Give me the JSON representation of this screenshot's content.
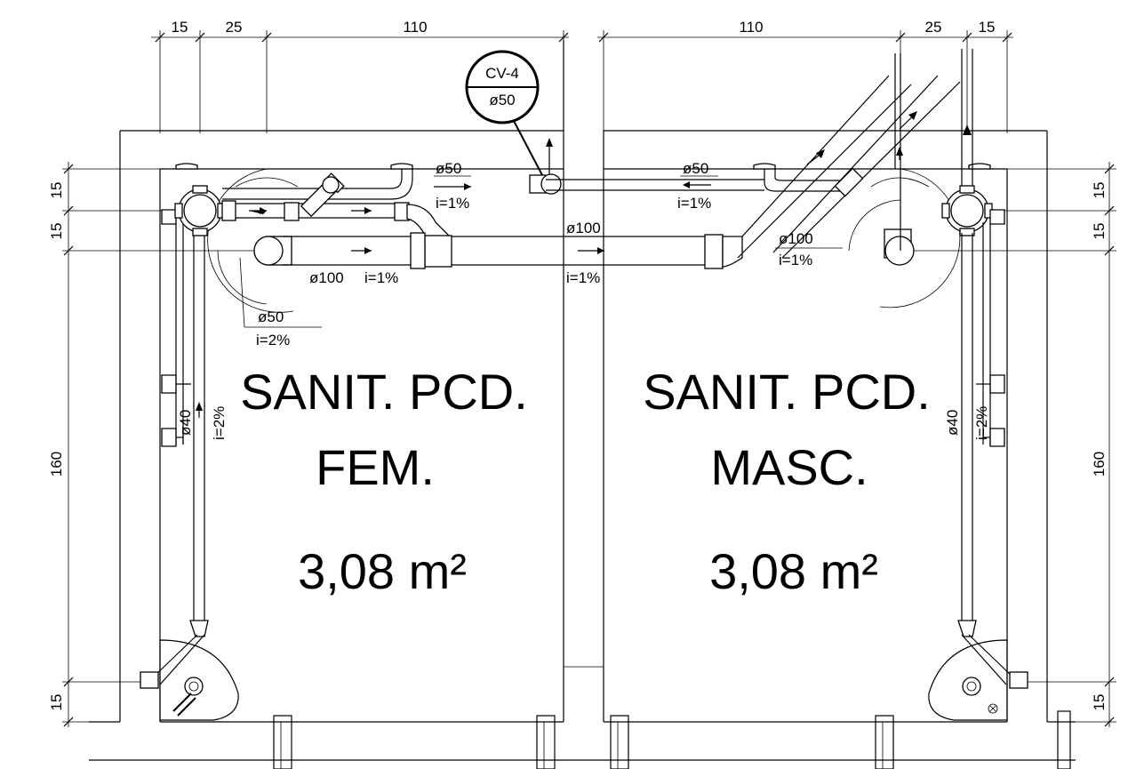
{
  "dimensions": {
    "top_left": [
      "15",
      "25",
      "110"
    ],
    "top_right": [
      "110",
      "25",
      "15"
    ],
    "side_left": [
      "15",
      "15",
      "160",
      "15"
    ],
    "side_right": [
      "15",
      "15",
      "160",
      "15"
    ]
  },
  "tag": {
    "top": "CV-4",
    "bottom": "ø50"
  },
  "labels": {
    "pipe50_left": "ø50",
    "slope1_left": "i=1%",
    "pipe100_left": "ø100",
    "slope1_left2": "i=1%",
    "pipe100_mid": "ø100",
    "slope1_mid": "i=1%",
    "pipe50_right": "ø50",
    "slope1_right": "i=1%",
    "pipe100_right": "ø100",
    "slope1_right2": "i=1%",
    "pipe50_branch": "ø50",
    "slope2_branch": "i=2%",
    "pipe40_left": "ø40",
    "slope2_left": "i=2%",
    "pipe40_right": "ø40",
    "slope2_right": "i=2%"
  },
  "rooms": {
    "fem": {
      "line1": "SANIT. PCD.",
      "line2": "FEM.",
      "area": "3,08 m²"
    },
    "masc": {
      "line1": "SANIT. PCD.",
      "line2": "MASC.",
      "area": "3,08 m²"
    }
  }
}
